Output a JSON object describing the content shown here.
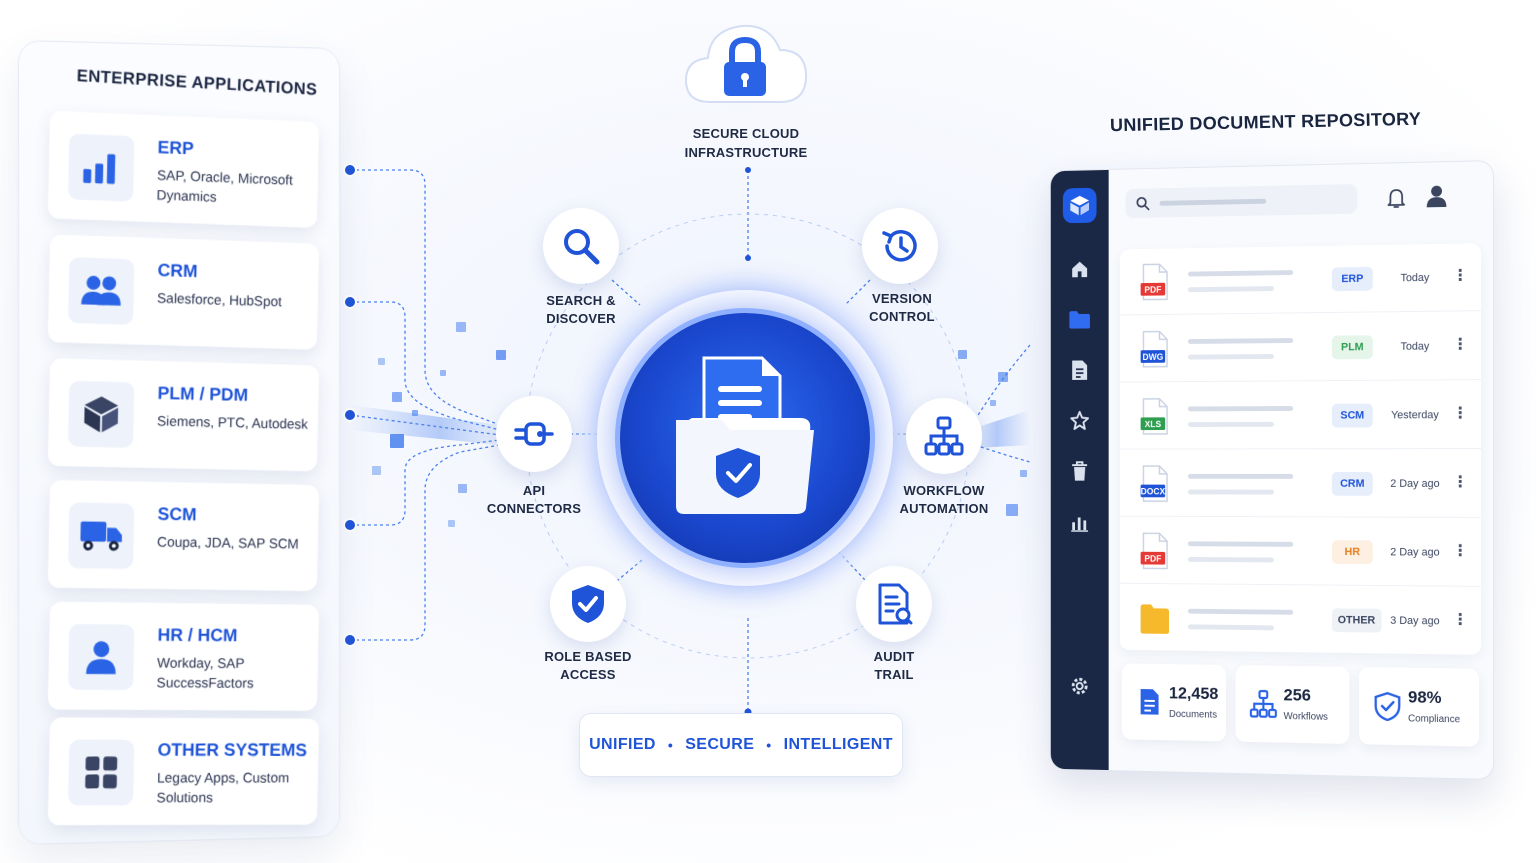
{
  "enterprise_apps": {
    "title": "ENTERPRISE APPLICATIONS",
    "items": [
      {
        "name": "ERP",
        "vendors": "SAP, Oracle, Microsoft Dynamics",
        "icon": "bar-chart-icon"
      },
      {
        "name": "CRM",
        "vendors": "Salesforce, HubSpot",
        "icon": "users-icon"
      },
      {
        "name": "PLM / PDM",
        "vendors": "Siemens, PTC, Autodesk",
        "icon": "cube-icon"
      },
      {
        "name": "SCM",
        "vendors": "Coupa, JDA, SAP SCM",
        "icon": "truck-icon"
      },
      {
        "name": "HR / HCM",
        "vendors": "Workday, SAP SuccessFactors",
        "icon": "person-icon"
      },
      {
        "name": "OTHER SYSTEMS",
        "vendors": "Legacy Apps, Custom Solutions",
        "icon": "grid-icon"
      }
    ]
  },
  "cloud": {
    "label_line1": "SECURE CLOUD",
    "label_line2": "INFRASTRUCTURE",
    "icon": "lock-cloud-icon"
  },
  "features": {
    "search": {
      "line1": "SEARCH &",
      "line2": "DISCOVER",
      "icon": "search-icon"
    },
    "version": {
      "line1": "VERSION",
      "line2": "CONTROL",
      "icon": "history-icon"
    },
    "api": {
      "line1": "API",
      "line2": "CONNECTORS",
      "icon": "plug-icon"
    },
    "workflow": {
      "line1": "WORKFLOW",
      "line2": "AUTOMATION",
      "icon": "hierarchy-icon"
    },
    "role": {
      "line1": "ROLE BASED",
      "line2": "ACCESS",
      "icon": "shield-check-icon"
    },
    "audit": {
      "line1": "AUDIT",
      "line2": "TRAIL",
      "icon": "audit-document-icon"
    }
  },
  "hub": {
    "icon": "secure-folder-icon"
  },
  "tagline": {
    "word1": "UNIFIED",
    "word2": "SECURE",
    "word3": "INTELLIGENT",
    "separator": "•"
  },
  "repository": {
    "title": "UNIFIED DOCUMENT REPOSITORY",
    "rows": [
      {
        "file_type": "PDF",
        "file_color": "#e53935",
        "tag": "ERP",
        "tag_fg": "#1f54d8",
        "tag_bg": "#e6eefc",
        "date": "Today"
      },
      {
        "file_type": "DWG",
        "file_color": "#1f54d8",
        "tag": "PLM",
        "tag_fg": "#2e9e4f",
        "tag_bg": "#e5f5ea",
        "date": "Today"
      },
      {
        "file_type": "XLS",
        "file_color": "#2e9e4f",
        "tag": "SCM",
        "tag_fg": "#1f54d8",
        "tag_bg": "#e6eefc",
        "date": "Yesterday"
      },
      {
        "file_type": "DOCX",
        "file_color": "#1f54d8",
        "tag": "CRM",
        "tag_fg": "#1f54d8",
        "tag_bg": "#e6eefc",
        "date": "2 Day ago"
      },
      {
        "file_type": "PDF",
        "file_color": "#e53935",
        "tag": "HR",
        "tag_fg": "#e67e22",
        "tag_bg": "#fdf0e3",
        "date": "2 Day ago"
      },
      {
        "file_type": "",
        "file_color": "#f6b92b",
        "tag": "OTHER",
        "tag_fg": "#3b4560",
        "tag_bg": "#eef1f6",
        "date": "3 Day ago"
      }
    ],
    "stats": [
      {
        "value": "12,458",
        "label": "Documents",
        "icon": "document-icon"
      },
      {
        "value": "256",
        "label": "Workflows",
        "icon": "hierarchy-icon"
      },
      {
        "value": "98%",
        "label": "Compliance",
        "icon": "shield-check-icon"
      }
    ],
    "menu_glyph": "⋮"
  },
  "colors": {
    "accent": "#1f54d8",
    "hub": "#1a48cf",
    "sidebar": "#1b2845"
  }
}
